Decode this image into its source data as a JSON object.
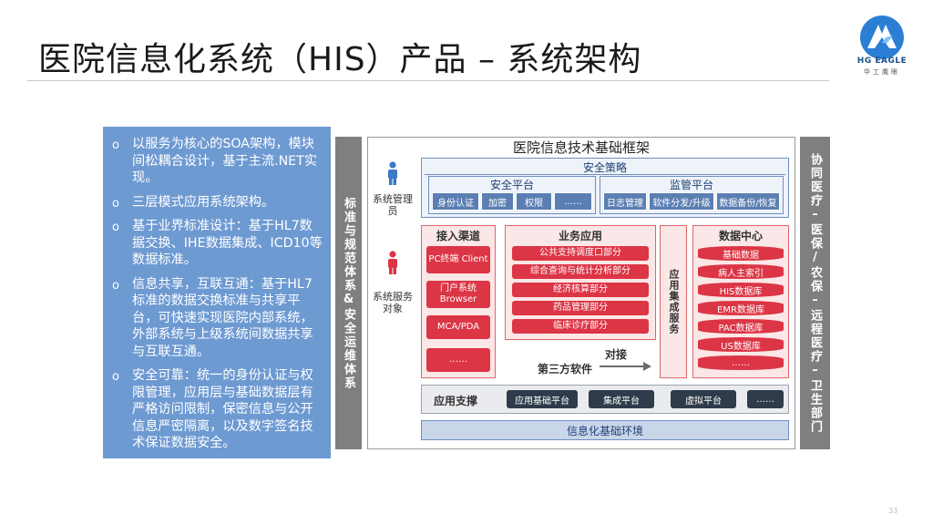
{
  "title": "医院信息化系统（HIS）产品 – 系统架构",
  "logo": {
    "text": "HG EAGLE",
    "sub": "华工鹰眼"
  },
  "left_panel": {
    "bullets": [
      "以服务为核心的SOA架构，模块间松耦合设计，基于主流.NET实现。",
      "三层模式应用系统架构。",
      "基于业界标准设计：基于HL7数据交换、IHE数据集成、ICD10等数据标准。",
      "信息共享，互联互通：基于HL7标准的数据交换标准与共享平台，可快速实现医院内部系统，外部系统与上级系统间数据共享与互联互通。",
      "安全可靠：统一的身份认证与权限管理，应用层与基础数据层有严格访问限制，保密信息与公开信息严密隔离，以及数字签名技术保证数据安全。"
    ],
    "bullet_glyph": "o"
  },
  "left_bar": "标准与规范体系&安全运维体系",
  "right_bar": "协同医疗–医保/农保–远程医疗–卫生部门",
  "diagram": {
    "title": "医院信息技术基础框架",
    "roles": {
      "admin": "系统管理员",
      "service": "系统服务对象"
    },
    "security": {
      "title": "安全策略",
      "safety_platform": {
        "title": "安全平台",
        "items": [
          "身份认证",
          "加密",
          "权限",
          "……"
        ]
      },
      "monitor_platform": {
        "title": "监管平台",
        "items": [
          "日志管理",
          "软件分发/升级",
          "数据备份/恢复"
        ]
      }
    },
    "access": {
      "title": "接入渠道",
      "items": [
        "PC终端 Client",
        "门户系统 Browser",
        "MCA/PDA",
        "……"
      ]
    },
    "business": {
      "title": "业务应用",
      "items": [
        "公共支持调度口部分",
        "综合查询与统计分析部分",
        "经济核算部分",
        "药品管理部分",
        "临床诊疗部分"
      ]
    },
    "integration": "应用集成服务",
    "data_center": {
      "title": "数据中心",
      "items": [
        "基础数据",
        "病人主索引",
        "HIS数据库",
        "EMR数据库",
        "PAC数据库",
        "US数据库",
        "……"
      ]
    },
    "third_party": {
      "label": "第三方软件",
      "arrow_label": "对接"
    },
    "support": {
      "title": "应用支撑",
      "items": [
        "应用基础平台",
        "集成平台",
        "虚拟平台",
        "……"
      ]
    },
    "infra": "信息化基础环境"
  },
  "colors": {
    "panel_blue": "#6e9ad2",
    "red": "#dc3545",
    "gray_bar": "#7f7f7f",
    "dark": "#2f3b4a"
  },
  "page_number": "33"
}
